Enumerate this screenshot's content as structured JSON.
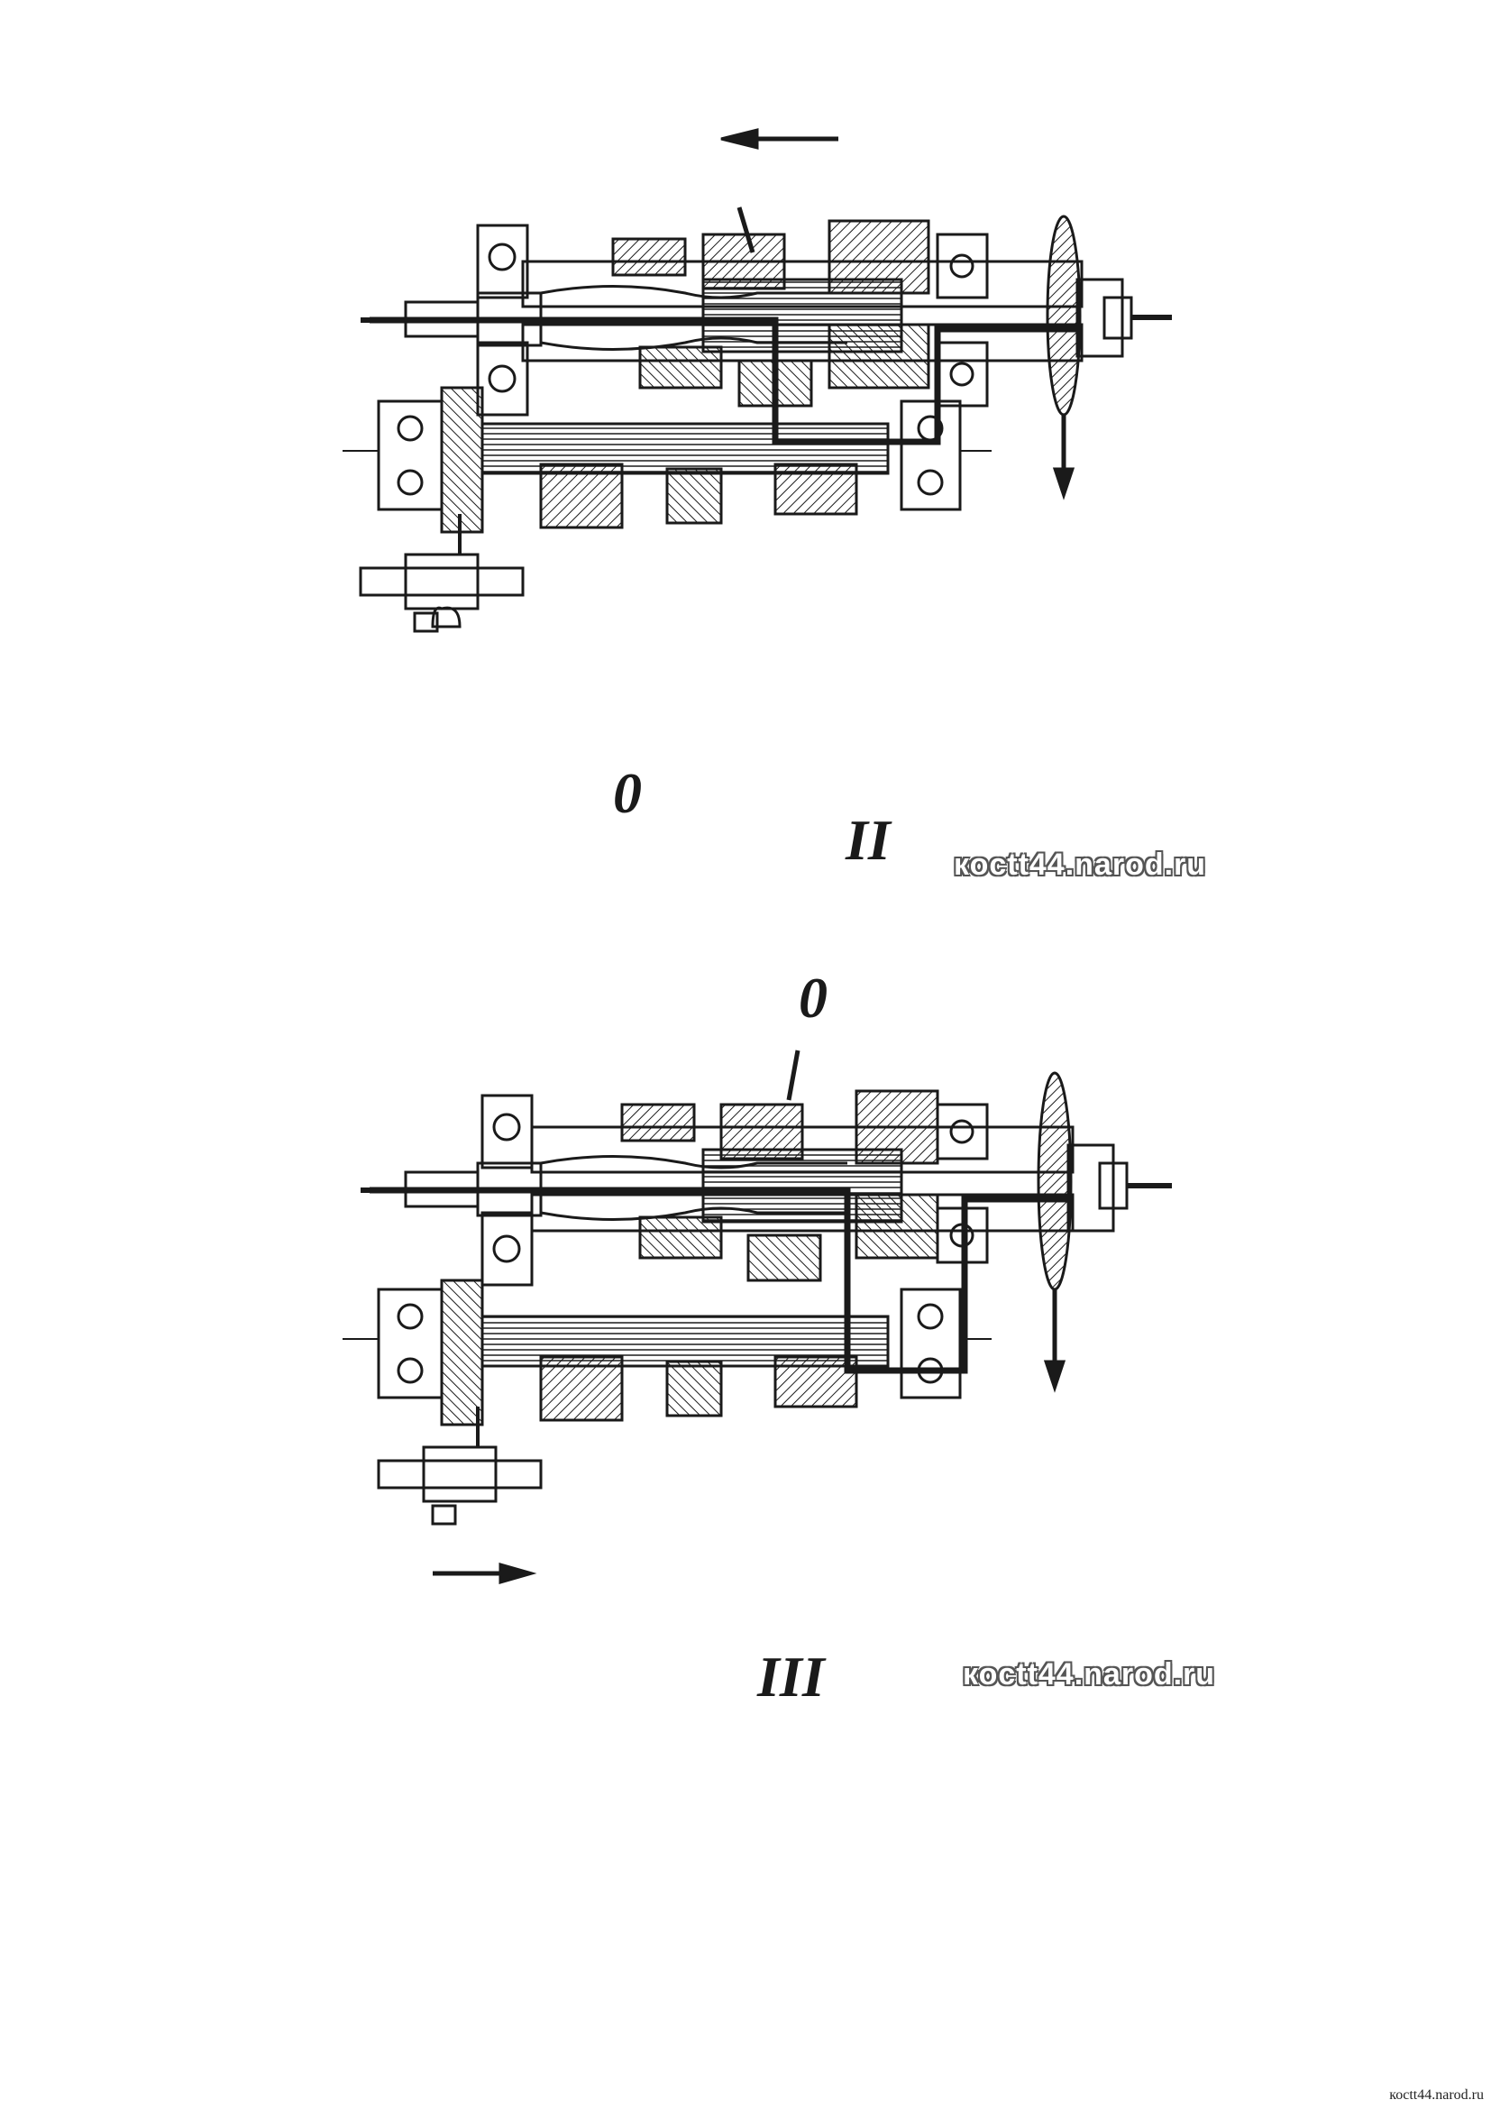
{
  "figures": [
    {
      "neutral_label": "0",
      "gear_label": "II",
      "watermark": "коctt44.narod.ru"
    },
    {
      "neutral_label": "0",
      "gear_label": "III",
      "watermark": "коctt44.narod.ru"
    }
  ],
  "footer": {
    "watermark": "коctt44.narod.ru"
  },
  "colors": {
    "ink": "#1a1a1a",
    "paper": "#ffffff"
  }
}
